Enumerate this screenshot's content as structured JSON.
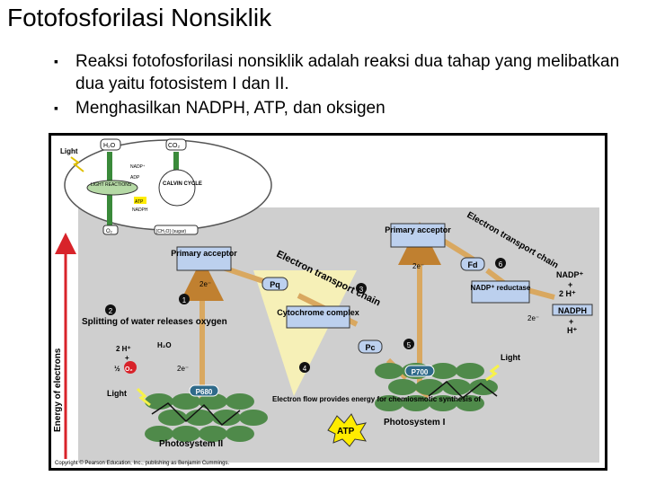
{
  "slide": {
    "title": "Fotofosforilasi Nonsiklik",
    "bullets": [
      "Reaksi fotofosforilasi nonsiklik adalah reaksi dua tahap yang melibatkan dua yaitu fotosistem I dan II.",
      "Menghasilkan NADPH, ATP, dan oksigen"
    ]
  },
  "figure": {
    "inset": {
      "light": "Light",
      "h2o": "H₂O",
      "co2": "CO₂",
      "nadp": "NADP⁺",
      "adp": "ADP",
      "light_reactions": "LIGHT REACTIONS",
      "calvin_cycle": "CALVIN CYCLE",
      "atp": "ATP",
      "nadph": "NADPH",
      "o2": "O₂",
      "sugar": "[CH₂O] (sugar)"
    },
    "y_axis": "Energy of electrons",
    "primary_acceptor_1": "Primary acceptor",
    "primary_acceptor_2": "Primary acceptor",
    "etc_label_1": "Electron transport chain",
    "etc_label_2": "Electron transport chain",
    "pq": "Pq",
    "cytochrome": "Cytochrome complex",
    "pc": "Pc",
    "fd": "Fd",
    "nadp_reductase": "NADP⁺ reductase",
    "nadp_plus": "NADP⁺",
    "plus": "+",
    "two_h_plus": "2 H⁺",
    "nadph_out": "NADPH",
    "h_plus": "H⁺",
    "splitting": "Splitting of water releases oxygen",
    "water_left_1": "2 H⁺",
    "water_left_2": "+",
    "water_left_3": "½",
    "o2": "O₂",
    "h2o": "H₂O",
    "two_e": "2e⁻",
    "light_left": "Light",
    "light_right": "Light",
    "p680": "P680",
    "p700": "P700",
    "photosystem_2": "Photosystem II",
    "photosystem_1": "Photosystem I",
    "electron_flow": "Electron flow provides energy for chemiosmotic synthesis of",
    "atp": "ATP",
    "steps": [
      "1",
      "2",
      "3",
      "4",
      "5",
      "6"
    ],
    "copyright": "Copyright © Pearson Education, Inc., publishing as Benjamin Cummings.",
    "colors": {
      "panel": "#cfcfcf",
      "arrow_tan": "#d9a860",
      "box_blue": "#bcd0ee",
      "thylakoid_green": "#9dc79a",
      "chlorophyll_green": "#4f8a4a",
      "light_yellow": "#f7f24a",
      "atp_yellow": "#ffec00",
      "o2_red": "#d8232a"
    }
  }
}
